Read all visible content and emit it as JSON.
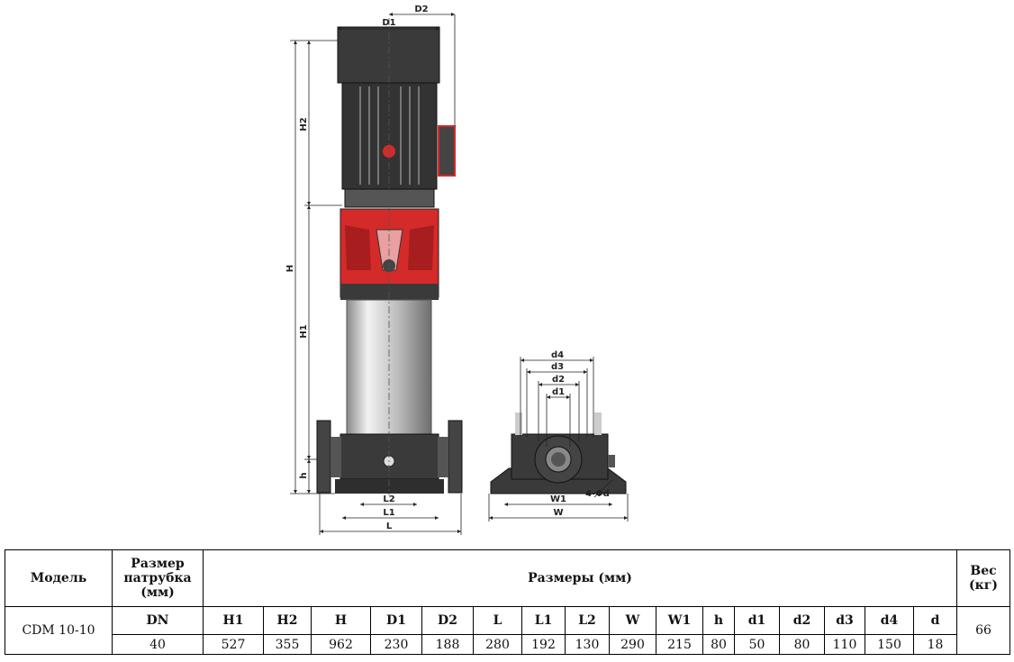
{
  "drawing": {
    "front_labels": {
      "D1": "D1",
      "D2": "D2",
      "H2": "H2",
      "H": "H",
      "H1": "H1",
      "h": "h",
      "L2": "L2",
      "L1": "L1",
      "L": "L"
    },
    "side_labels": {
      "d4": "d4",
      "d3": "d3",
      "d2": "d2",
      "d1": "d1",
      "W1": "W1",
      "W": "W",
      "holes": "4-Φd"
    },
    "colors": {
      "motor": "#3a3a3a",
      "housing": "#d42a2a",
      "steel": "#c8c8c8",
      "base": "#3a3a3a"
    }
  },
  "table": {
    "model_header": "Модель",
    "nozzle_header": "Размер патрубка (мм)",
    "dims_header": "Размеры (мм)",
    "weight_header": "Вес (кг)",
    "columns": [
      "DN",
      "H1",
      "H2",
      "H",
      "D1",
      "D2",
      "L",
      "L1",
      "L2",
      "W",
      "W1",
      "h",
      "d1",
      "d2",
      "d3",
      "d4",
      "d"
    ],
    "model": "CDM 10-10",
    "values": [
      "40",
      "527",
      "355",
      "962",
      "230",
      "188",
      "280",
      "192",
      "130",
      "290",
      "215",
      "80",
      "50",
      "80",
      "110",
      "150",
      "18"
    ],
    "weight": "66"
  }
}
